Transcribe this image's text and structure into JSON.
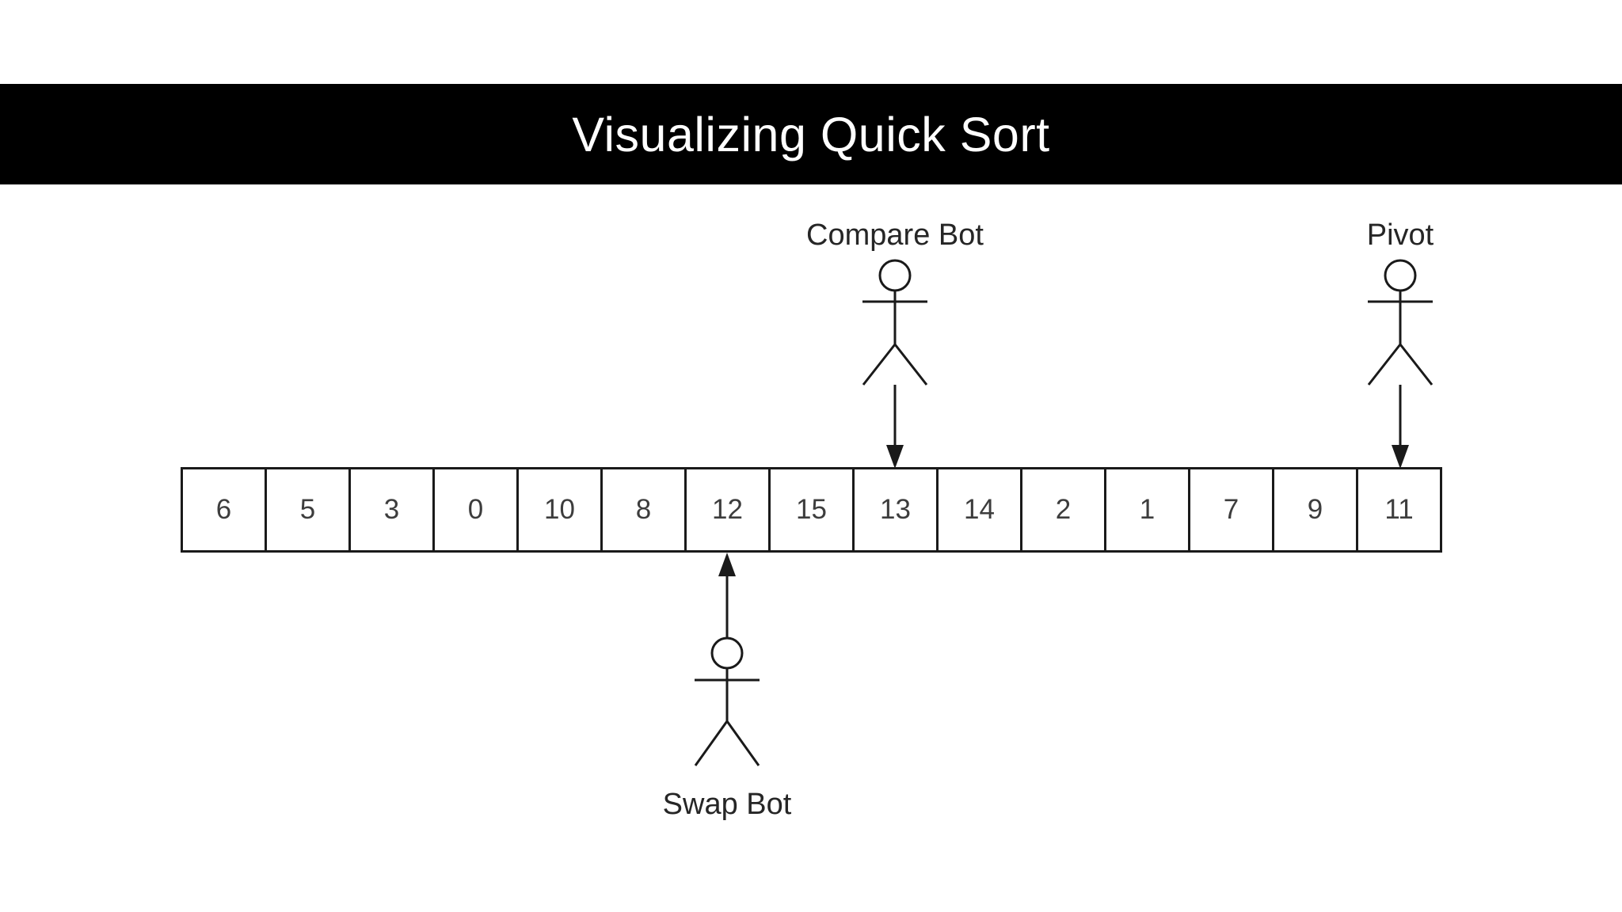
{
  "title": {
    "text": "Visualizing Quick Sort"
  },
  "array": {
    "values": [
      "6",
      "5",
      "3",
      "0",
      "10",
      "8",
      "12",
      "15",
      "13",
      "14",
      "2",
      "1",
      "7",
      "9",
      "11"
    ]
  },
  "actors": {
    "compare_bot": {
      "label": "Compare Bot",
      "points_at_value": "13",
      "points_at_index": 8,
      "arrow_direction": "down"
    },
    "pivot": {
      "label": "Pivot",
      "points_at_value": "11",
      "points_at_index": 14,
      "arrow_direction": "down"
    },
    "swap_bot": {
      "label": "Swap Bot",
      "points_at_value": "12",
      "points_at_index": 6,
      "arrow_direction": "up"
    }
  },
  "colors": {
    "page_background": "#ffffff",
    "banner_background": "#000000",
    "title_text": "#ffffff",
    "line_stroke": "#1a1a1a",
    "cell_fill": "#ffffff",
    "number_text": "#3d3d3d",
    "label_text": "#262626"
  }
}
